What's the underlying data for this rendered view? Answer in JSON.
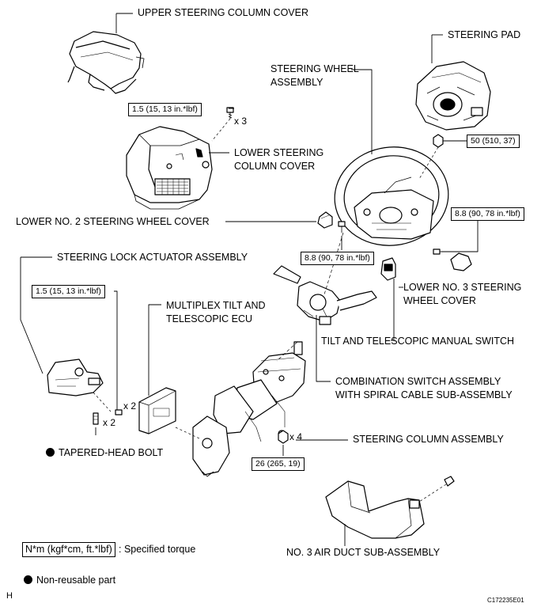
{
  "labels": {
    "upper_cover": "UPPER STEERING COLUMN COVER",
    "steering_pad": "STEERING PAD",
    "wheel_assy_1": "STEERING WHEEL",
    "wheel_assy_2": "ASSEMBLY",
    "lower_cover_1": "LOWER STEERING",
    "lower_cover_2": "COLUMN COVER",
    "lower_no2": "LOWER NO. 2 STEERING WHEEL COVER",
    "lock_actuator": "STEERING LOCK ACTUATOR ASSEMBLY",
    "ecu_1": "MULTIPLEX TILT AND",
    "ecu_2": "TELESCOPIC ECU",
    "lower_no3_1": "LOWER NO. 3 STEERING",
    "lower_no3_2": "WHEEL COVER",
    "tilt_switch": "TILT AND TELESCOPIC MANUAL SWITCH",
    "combo_1": "COMBINATION SWITCH ASSEMBLY",
    "combo_2": "WITH SPIRAL CABLE SUB-ASSEMBLY",
    "tapered_bolt": "TAPERED-HEAD BOLT",
    "column_assy": "STEERING COLUMN ASSEMBLY",
    "air_duct": "NO. 3 AIR DUCT SUB-ASSEMBLY"
  },
  "torques": {
    "t_upper": "1.5 (15, 13 in.*lbf)",
    "t_pad": "50 (510, 37)",
    "t_right": "8.8 (90, 78 in.*lbf)",
    "t_mid": "8.8 (90, 78 in.*lbf)",
    "t_lock": "1.5 (15, 13 in.*lbf)",
    "t_column": "26 (265, 19)"
  },
  "quantities": {
    "q_x3": "x 3",
    "q_x2_a": "x 2",
    "q_x2_b": "x 2",
    "q_x4": "x 4"
  },
  "legend": {
    "unit_box": "N*m (kgf*cm, ft.*lbf)",
    "unit_text": ": Specified torque",
    "non_reusable": "Non-reusable part"
  },
  "corner": {
    "h": "H",
    "code": "C172235E01"
  }
}
